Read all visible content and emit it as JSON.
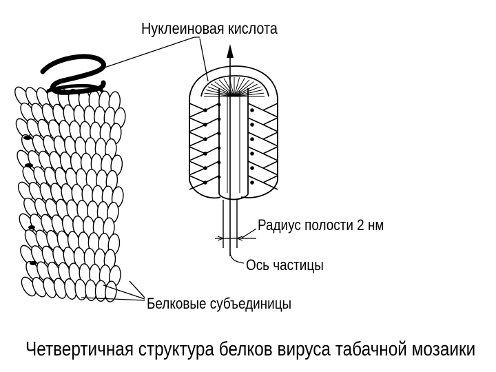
{
  "labels": {
    "nucleic_acid": "Нуклеиновая кислота",
    "cavity_radius": "Радиус полости 2 нм",
    "particle_axis": "Ось частицы",
    "protein_subunits": "Белковые субъединицы"
  },
  "caption": "Четвертичная структура белков вируса табачной мозаики",
  "colors": {
    "ink": "#000000",
    "background": "#ffffff"
  }
}
